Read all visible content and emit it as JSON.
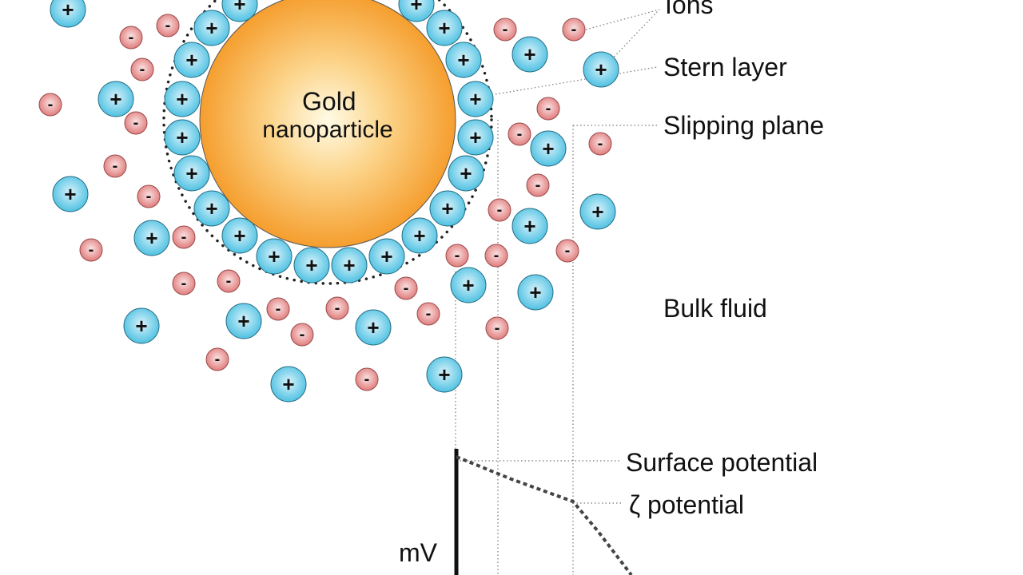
{
  "particle_label": {
    "line1": "Gold",
    "line2": "nanoparticle"
  },
  "labels": {
    "ions": "Ions",
    "stern_layer": "Stern layer",
    "slipping_plane": "Slipping plane",
    "bulk_fluid": "Bulk fluid",
    "surface_potential": "Surface potential",
    "zeta_potential": "ζ potential",
    "axis_unit": "mV"
  },
  "ion_symbols": {
    "positive": "+",
    "negative": "-"
  },
  "colors": {
    "positive_ion": "#5bc8e6",
    "negative_ion": "#e88a8a",
    "particle_core": "#f7a844",
    "particle_highlight": "#fffbe6",
    "ink": "#111111"
  }
}
